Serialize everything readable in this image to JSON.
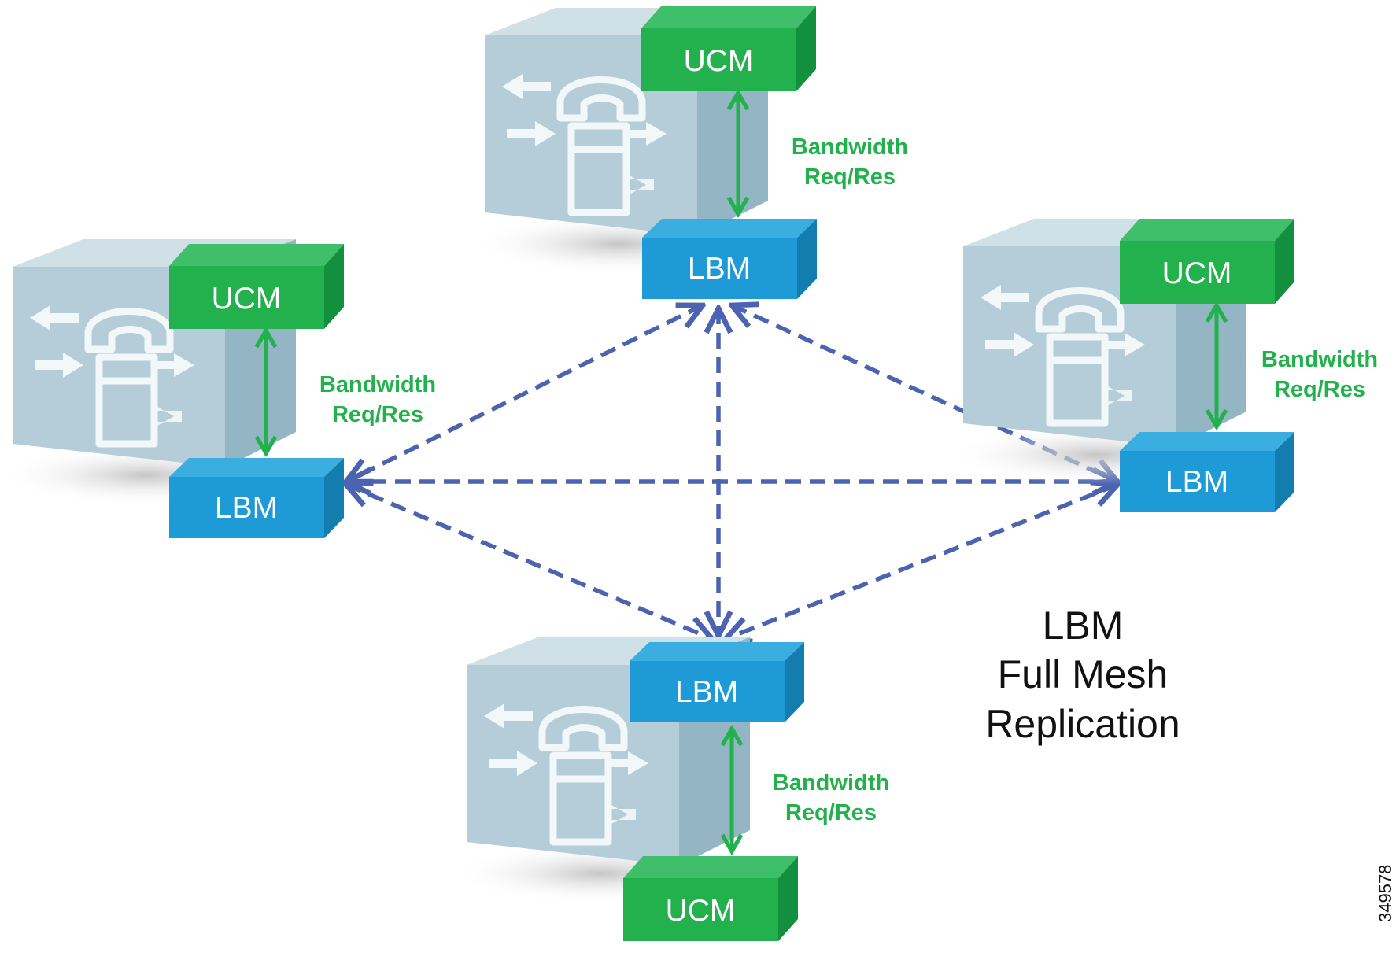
{
  "title": {
    "line1": "LBM",
    "line2": "Full Mesh",
    "line3": "Replication"
  },
  "figure_id": "349578",
  "nodes": {
    "top": {
      "ucm_label": "UCM",
      "lbm_label": "LBM",
      "bandwidth_line1": "Bandwidth",
      "bandwidth_line2": "Req/Res"
    },
    "left": {
      "ucm_label": "UCM",
      "lbm_label": "LBM",
      "bandwidth_line1": "Bandwidth",
      "bandwidth_line2": "Req/Res"
    },
    "right": {
      "ucm_label": "UCM",
      "lbm_label": "LBM",
      "bandwidth_line1": "Bandwidth",
      "bandwidth_line2": "Req/Res"
    },
    "bottom": {
      "ucm_label": "UCM",
      "lbm_label": "LBM",
      "bandwidth_line1": "Bandwidth",
      "bandwidth_line2": "Req/Res"
    }
  },
  "colors": {
    "ucm_green": "#22b14c",
    "lbm_blue": "#1e9ad6",
    "mesh_line": "#4b63b0",
    "bandwidth_arrow": "#22b14c",
    "server_body": "#b4cdd8"
  },
  "icons": {
    "server": "voice-gateway-router-icon"
  }
}
